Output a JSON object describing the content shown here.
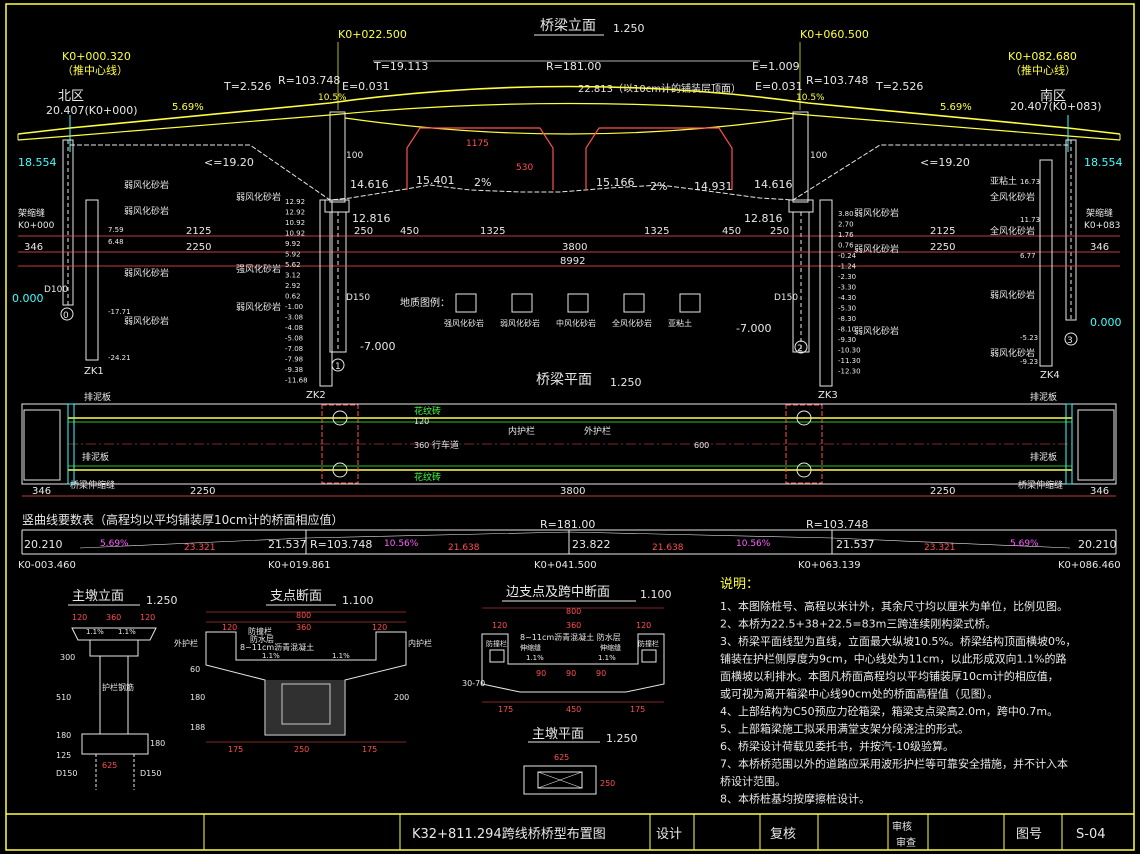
{
  "colors": {
    "bg": "#000000",
    "white": "#e8e8e8",
    "yellow": "#ffff40",
    "cyan": "#40ffff",
    "green": "#40ff40",
    "red": "#ff5050",
    "magenta": "#ff60ff"
  },
  "elevation": {
    "title": "桥梁立面",
    "scale": "1.250",
    "sta_left": "K0+000.320",
    "sta_left_note": "（推中心线）",
    "sta_right": "K0+082.680",
    "sta_right_note": "（推中心线）",
    "sta_mid_left": "K0+022.500",
    "sta_mid_right": "K0+060.500",
    "north": "北区",
    "north_elev": "20.407(K0+000)",
    "south": "南区",
    "south_elev": "20.407(K0+083)",
    "t_left": "T=2.526",
    "r_left": "R=103.748",
    "e_left": "E=0.031",
    "t_mid": "T=19.113",
    "r_mid": "R=181.00",
    "e_mid": "E=1.009",
    "r_right": "R=103.748",
    "e_right": "E=0.031",
    "t_right": "T=2.526",
    "crown": "22.813（以10cm计的铺装层顶面）",
    "slope_left": "5.69%",
    "slope_left2": "10.5%",
    "slope_right2": "10.5%",
    "slope_right": "5.69%",
    "elev_18554": "18.554",
    "elev_1920": "<=19.20",
    "elev_14616": "14.616",
    "elev_15401": "15.401",
    "elev_15166": "15.166",
    "elev_14931": "14.931",
    "elev_12816": "12.816",
    "elev_m7": "-7.000",
    "elev_0": "0.000",
    "pct2": "2%",
    "dim_1175": "1175",
    "dim_530": "530",
    "dim_100": "100",
    "dim_250": "250",
    "dim_450": "450",
    "dim_1325": "1325",
    "dim_3800": "3800",
    "dim_2125": "2125",
    "dim_2250": "2250",
    "dim_346": "346",
    "dim_8992": "8992",
    "end_left": "架缩缝",
    "end_left_sta": "K0+000",
    "end_right": "架缩缝",
    "end_right_sta": "K0+083",
    "bore_zk1": "ZK1",
    "bore_zk2": "ZK2",
    "bore_zk3": "ZK3",
    "bore_zk4": "ZK4",
    "pile_d150": "D150",
    "pile_d100": "D100",
    "soil_a": "弱风化砂岩",
    "soil_b": "强风化砂岩",
    "soil_c": "全风化砂岩",
    "soil_d": "亚粘土",
    "legend_title": "地质图例：",
    "legend": [
      "强风化砂岩",
      "弱风化砂岩",
      "中风化砂岩",
      "全风化砂岩",
      "亚粘土"
    ],
    "pier1": "1",
    "pier2": "2",
    "pier0": "0",
    "pier3": "3",
    "bh_left": [
      "12.92",
      "12.92",
      "10.92",
      "10.92",
      "9.92",
      "5.92",
      "5.62",
      "3.12",
      "2.92",
      "0.62",
      "-1.00",
      "-3.08",
      "-4.08",
      "-5.08",
      "-7.08",
      "-7.98",
      "-9.38",
      "-11.68"
    ],
    "bh_right": [
      "3.80",
      "2.70",
      "1.76",
      "0.76",
      "-0.24",
      "-1.24",
      "-2.30",
      "-3.30",
      "-4.30",
      "-5.30",
      "-8.30",
      "-8.10",
      "-9.30",
      "-10.30",
      "-11.30",
      "-12.30"
    ],
    "bh_zk1": [
      "7.59",
      "6.48",
      "-17.71",
      "-24.21"
    ],
    "bh_zk4": [
      "16.73",
      "11.73",
      "6.77",
      "-5.23",
      "-9.23"
    ]
  },
  "plan": {
    "title": "桥梁平面",
    "scale": "1.250",
    "rail": "花纹砖",
    "rail2": "花纹砖",
    "guard_l": "排泥板",
    "guard_r": "排泥板",
    "guard_l2": "排泥板",
    "guard_r2": "排泥板",
    "joint_l": "桥梁伸缩缝",
    "joint_r": "桥梁伸缩缝",
    "barrier_l": "内护栏",
    "barrier_r": "外护栏",
    "lane": "行车道",
    "dim_120": "120",
    "dim_360": "360",
    "dim_600": "600",
    "dim_346": "346",
    "dim_2250": "2250",
    "dim_3800": "3800"
  },
  "profile": {
    "title": "竖曲线要数表（高程均以平均铺装厚10cm计的桥面相应值）",
    "r_mid": "R=181.00",
    "r_right": "R=103.748",
    "r_left": "R=103.748",
    "e1": "20.210",
    "e2": "21.537",
    "e3": "23.822",
    "e4": "21.537",
    "e5": "20.210",
    "s1": "5.69%",
    "s2": "10.56%",
    "s3": "10.56%",
    "s4": "5.69%",
    "d1": "23.321",
    "d2": "21.638",
    "d3": "21.638",
    "d4": "23.321",
    "sta1": "K0-003.460",
    "sta2": "K0+019.861",
    "sta3": "K0+041.500",
    "sta4": "K0+063.139",
    "sta5": "K0+086.460"
  },
  "pier_elev": {
    "title": "主墩立面",
    "scale": "1.250",
    "dims": [
      "120",
      "360",
      "120",
      "625",
      "300",
      "510",
      "180",
      "125",
      "180",
      "D150",
      "D150",
      "1.1%",
      "1.1%"
    ],
    "label": "护栏钢筋"
  },
  "support": {
    "title": "支点断面",
    "scale": "1.100",
    "dims": [
      "800",
      "120",
      "360",
      "120",
      "8~11cm沥青混凝土",
      "防水层",
      "1.1%",
      "1.1%",
      "180",
      "200",
      "175",
      "250",
      "175",
      "60",
      "188"
    ],
    "left": "外护栏",
    "right": "内护栏",
    "rail": "防撞栏"
  },
  "side": {
    "title": "边支点及跨中断面",
    "scale": "1.100",
    "dims": [
      "800",
      "120",
      "360",
      "120",
      "8~11cm沥青混凝土 防水层",
      "1.1%",
      "1.1%",
      "90",
      "90",
      "90",
      "175",
      "450",
      "175",
      "30-70"
    ],
    "labels": [
      "防撞栏",
      "防撞栏",
      "伸缩缝",
      "伸缩缝"
    ]
  },
  "pier_plan": {
    "title": "主墩平面",
    "scale": "1.250",
    "dims": [
      "625",
      "250"
    ]
  },
  "notes": {
    "title": "说明：",
    "items": [
      "1、本图除桩号、高程以米计外，其余尺寸均以厘米为单位，比例见图。",
      "2、本桥为22.5+38+22.5=83m三跨连续刚构梁式桥。",
      "3、桥梁平面线型为直线，立面最大纵坡10.5%。桥梁结构顶面横坡0%，",
      "   铺装在护栏侧厚度为9cm，中心线处为11cm，以此形成双向1.1%的路",
      "   面横坡以利排水。本图凡桥面高程均以平均铺装厚10cm计的相应值，",
      "   或可视为离开箱梁中心线90cm处的桥面高程值（见图）。",
      "4、上部结构为C50预应力砼箱梁，箱梁支点梁高2.0m，跨中0.7m。",
      "5、上部箱梁施工拟采用满堂支架分段浇注的形式。",
      "6、桥梁设计荷载见委托书，并按汽-10级验算。",
      "7、本桥桥范围以外的道路应采用波形护栏等可靠安全措施，并不计入本",
      "   桥设计范围。",
      "8、本桥桩基均按摩擦桩设计。"
    ]
  },
  "titleblock": {
    "drawing": "K32+811.294跨线桥桥型布置图",
    "design": "设计",
    "check": "复核",
    "review": "审核",
    "approve": "审查",
    "no_label": "图号",
    "no": "S-04"
  }
}
